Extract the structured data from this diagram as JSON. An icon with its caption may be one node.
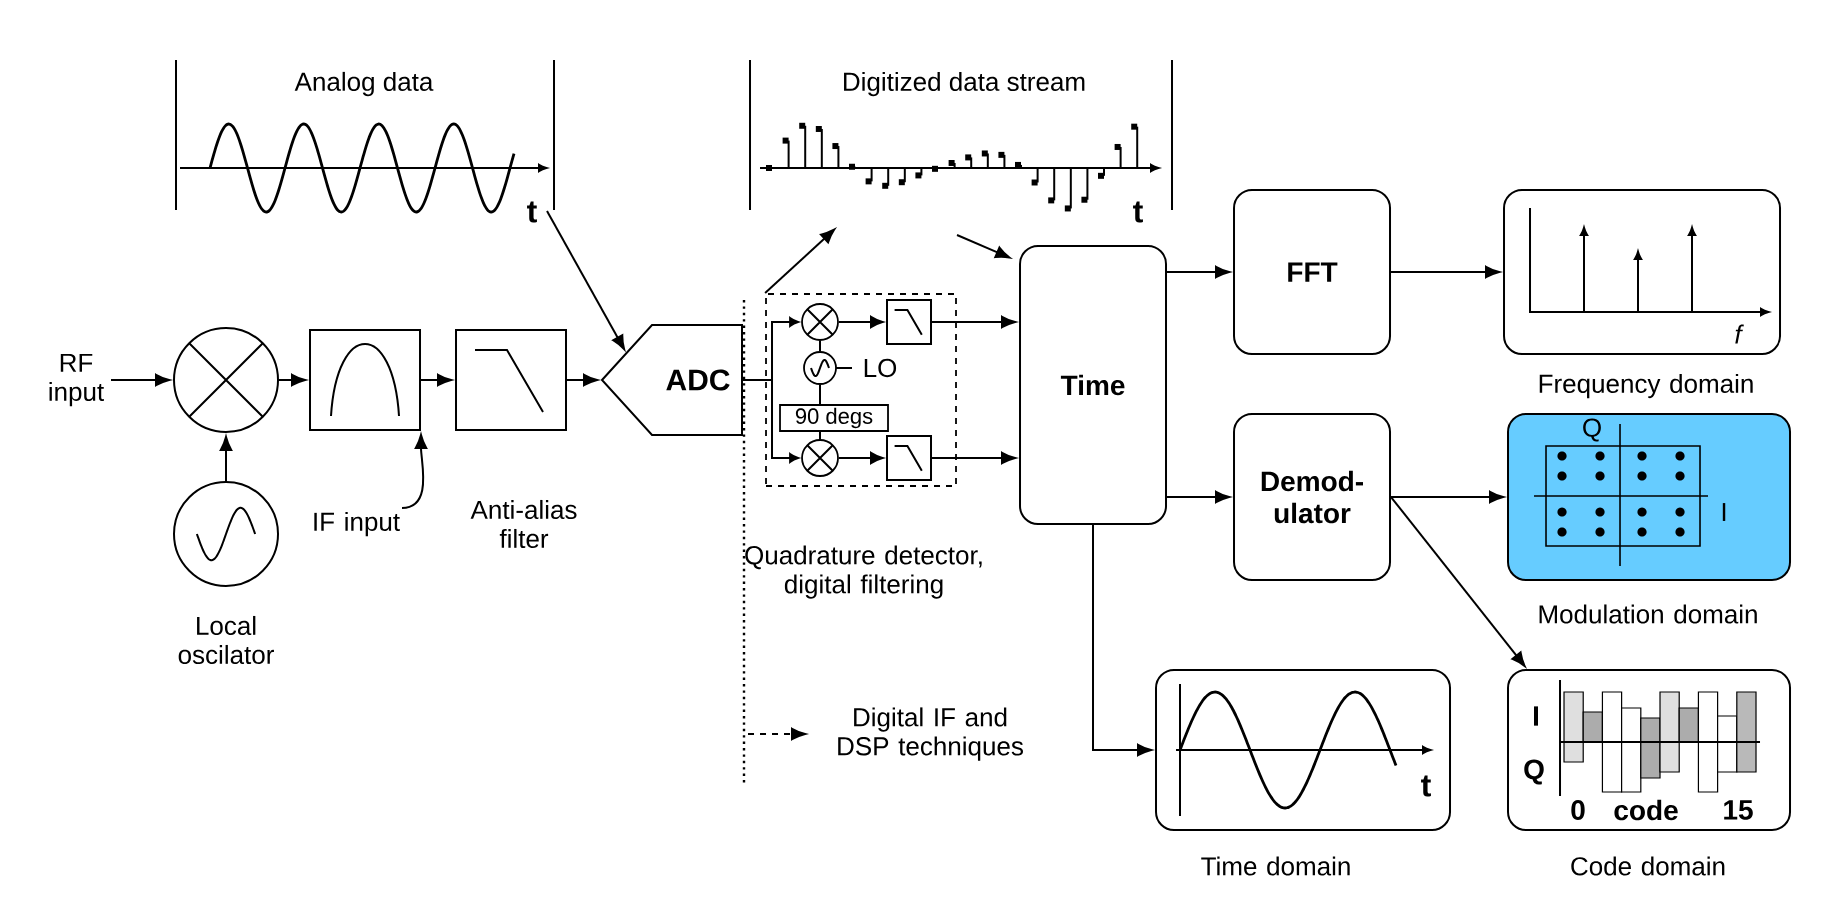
{
  "diagram": {
    "nodes": [
      {
        "text": [
          "RF input"
        ]
      },
      {
        "text": [],
        "shape": "circle"
      },
      {
        "text": [],
        "shape": "circle",
        "beside": [
          "Local oscilator"
        ]
      },
      {
        "text": [],
        "shape": "box"
      },
      {
        "text": [
          "IF input"
        ]
      },
      {
        "text": [],
        "shape": "box",
        "beside": [
          "Anti-alias filter"
        ]
      },
      {
        "text": [
          "ADC"
        ]
      },
      {
        "text": [
          "Analog data",
          "t"
        ]
      },
      {
        "text": [],
        "shape": "box",
        "beside": [
          "Quadrature detector, digital filtering"
        ]
      },
      {
        "text": [],
        "shape": "circle",
        "in": 8
      },
      {
        "text": [],
        "shape": "box",
        "in": 8
      },
      {
        "text": [],
        "shape": "circle",
        "in": 8,
        "beside": [
          "LO"
        ]
      },
      {
        "text": [
          "90 degs"
        ],
        "in": 8
      },
      {
        "text": [],
        "shape": "circle",
        "in": 8
      },
      {
        "text": [],
        "shape": "box",
        "in": 8
      },
      {
        "text": [
          "Digitized data stream",
          "t"
        ]
      },
      {
        "text": [
          "Time"
        ]
      },
      {
        "text": [
          "FFT"
        ]
      },
      {
        "text": [
          "f"
        ],
        "beside": [
          "Frequency domain"
        ]
      },
      {
        "text": [
          "Demod- ulator"
        ]
      },
      {
        "text": [
          "Q",
          "I"
        ],
        "beside": [
          "Modulation domain"
        ]
      },
      {
        "text": [
          "t"
        ],
        "beside": [
          "Time domain"
        ]
      },
      {
        "text": [
          "I",
          "Q",
          "0",
          "code",
          "15"
        ],
        "beside": [
          "Code domain"
        ]
      },
      {
        "text": [
          "Digital IF and DSP techniques"
        ]
      }
    ],
    "edges": [
      {
        "from": 0,
        "to": 1,
        "arrow": "to"
      },
      {
        "from": 2,
        "to": 1,
        "arrow": "to"
      },
      {
        "from": 1,
        "to": 3,
        "arrow": "to"
      },
      {
        "from": 3,
        "to": 5,
        "arrow": "to"
      },
      {
        "from": 4,
        "to": 3,
        "arrow": "to"
      },
      {
        "from": 5,
        "to": 6,
        "arrow": "to"
      },
      {
        "from": 7,
        "to": 6,
        "arrow": "to"
      },
      {
        "from": 6,
        "to": 9,
        "arrow": "to"
      },
      {
        "from": 6,
        "to": 13,
        "arrow": "to"
      },
      {
        "from": 9,
        "to": 10,
        "arrow": "to"
      },
      {
        "from": 13,
        "to": 14,
        "arrow": "to"
      },
      {
        "from": 11,
        "to": 9,
        "arrow": "none"
      },
      {
        "from": 11,
        "to": 12,
        "arrow": "none"
      },
      {
        "from": 12,
        "to": 13,
        "arrow": "none"
      },
      {
        "from": 10,
        "to": 16,
        "arrow": "to"
      },
      {
        "from": 14,
        "to": 16,
        "arrow": "to"
      },
      {
        "from": 8,
        "to": 15,
        "arrow": "to"
      },
      {
        "from": 15,
        "to": 16,
        "arrow": "to"
      },
      {
        "from": 16,
        "to": 17,
        "arrow": "to"
      },
      {
        "from": 16,
        "to": 19,
        "arrow": "to"
      },
      {
        "from": 16,
        "to": 21,
        "arrow": "to"
      },
      {
        "from": 17,
        "to": 18,
        "arrow": "to"
      },
      {
        "from": 19,
        "to": 20,
        "arrow": "to"
      },
      {
        "from": 19,
        "to": 22,
        "arrow": "to"
      },
      {
        "from": null,
        "to": 23,
        "arrow": "to",
        "style": "dashed"
      }
    ]
  }
}
